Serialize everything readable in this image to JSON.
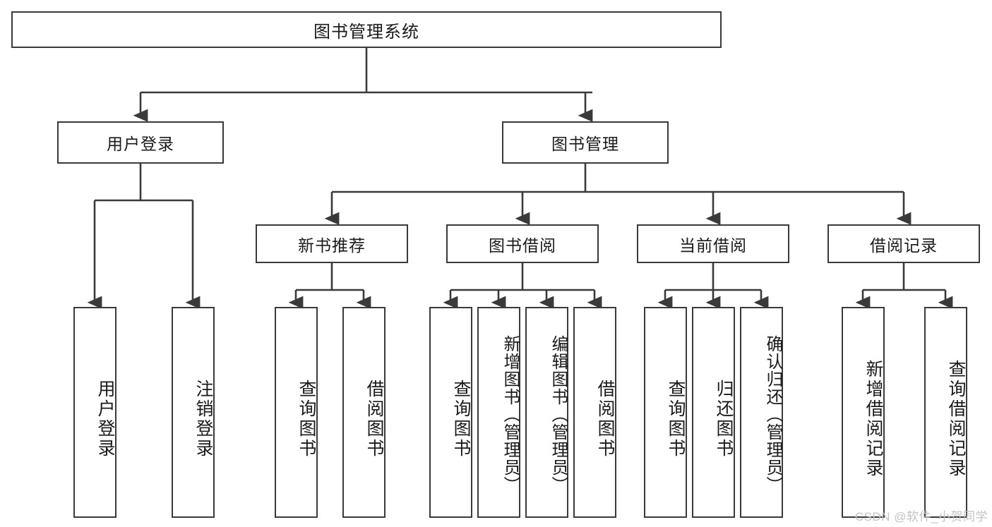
{
  "diagram": {
    "type": "tree-hierarchy",
    "title": "图书管理系统",
    "root": {
      "id": "root",
      "label": "图书管理系统"
    },
    "level2": [
      {
        "id": "user-login",
        "label": "用户登录"
      },
      {
        "id": "book-management",
        "label": "图书管理"
      }
    ],
    "level3": [
      {
        "id": "new-book-recommend",
        "label": "新书推荐"
      },
      {
        "id": "book-borrow",
        "label": "图书借阅"
      },
      {
        "id": "current-borrow",
        "label": "当前借阅"
      },
      {
        "id": "borrow-record",
        "label": "借阅记录"
      }
    ],
    "leaves": [
      {
        "id": "leaf-user-login",
        "label": "用户登录",
        "parent": "user-login"
      },
      {
        "id": "leaf-user-logout",
        "label": "注销登录",
        "parent": "user-login"
      },
      {
        "id": "leaf-query-book-1",
        "label": "查询图书",
        "parent": "new-book-recommend"
      },
      {
        "id": "leaf-borrow-book-1",
        "label": "借阅图书",
        "parent": "new-book-recommend"
      },
      {
        "id": "leaf-query-book-2",
        "label": "查询图书",
        "parent": "book-borrow"
      },
      {
        "id": "leaf-add-book",
        "label": "新增图书（管理员）",
        "parent": "book-borrow"
      },
      {
        "id": "leaf-edit-book",
        "label": "编辑图书（管理员）",
        "parent": "book-borrow"
      },
      {
        "id": "leaf-borrow-book-2",
        "label": "借阅图书",
        "parent": "book-borrow"
      },
      {
        "id": "leaf-query-book-3",
        "label": "查询图书",
        "parent": "current-borrow"
      },
      {
        "id": "leaf-return-book",
        "label": "归还图书",
        "parent": "current-borrow"
      },
      {
        "id": "leaf-confirm-return",
        "label": "确认归还（管理员）",
        "parent": "current-borrow"
      },
      {
        "id": "leaf-add-record",
        "label": "新增借阅记录",
        "parent": "borrow-record"
      },
      {
        "id": "leaf-query-record",
        "label": "查询借阅记录",
        "parent": "borrow-record"
      }
    ],
    "colors": {
      "stroke": "#3a3a3a",
      "fill": "#ffffff",
      "text": "#1a1a1a",
      "watermark": "#c3c3c3"
    }
  },
  "watermark": {
    "text": "CSDN @软件_小贺同学"
  }
}
